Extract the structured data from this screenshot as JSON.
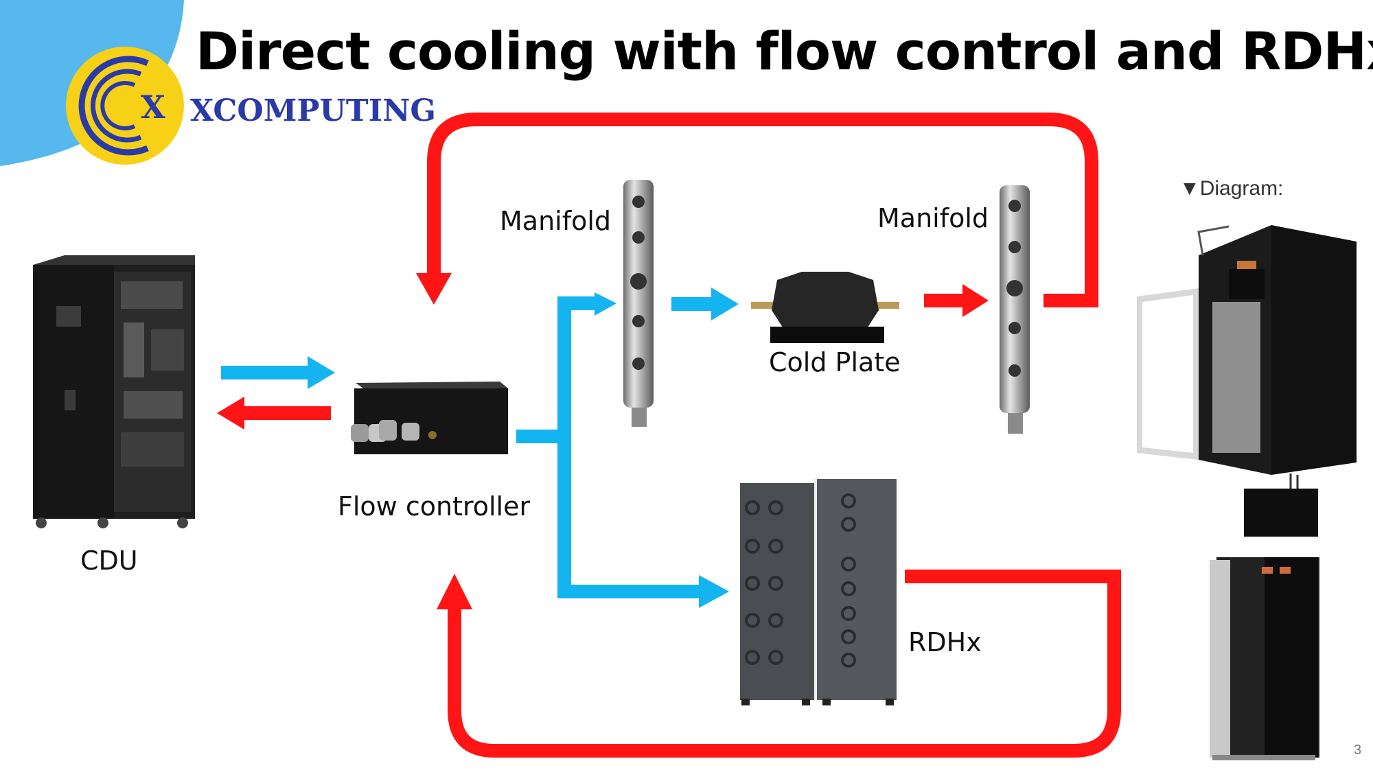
{
  "slide": {
    "title": "Direct cooling with flow control and RDHx",
    "brand": "XCOMPUTING",
    "page_number": "3"
  },
  "labels": {
    "manifold_1": "Manifold",
    "manifold_2": "Manifold",
    "cold_plate": "Cold Plate",
    "flow_controller": "Flow controller",
    "cdu": "CDU",
    "rdhx": "RDHx",
    "diagram": "▼Diagram:"
  },
  "colors": {
    "hot_flow": "#ff1515",
    "cold_flow": "#14b4f0",
    "corner_shape": "#56b8ec",
    "logo_fill": "#f7d117",
    "brand_text": "#2a3aa8",
    "equipment_dark": "#1c1c1c",
    "equipment_grey": "#4a4d52",
    "manifold_metal": "#b8b8b8"
  },
  "logo": {
    "letter": "X"
  }
}
